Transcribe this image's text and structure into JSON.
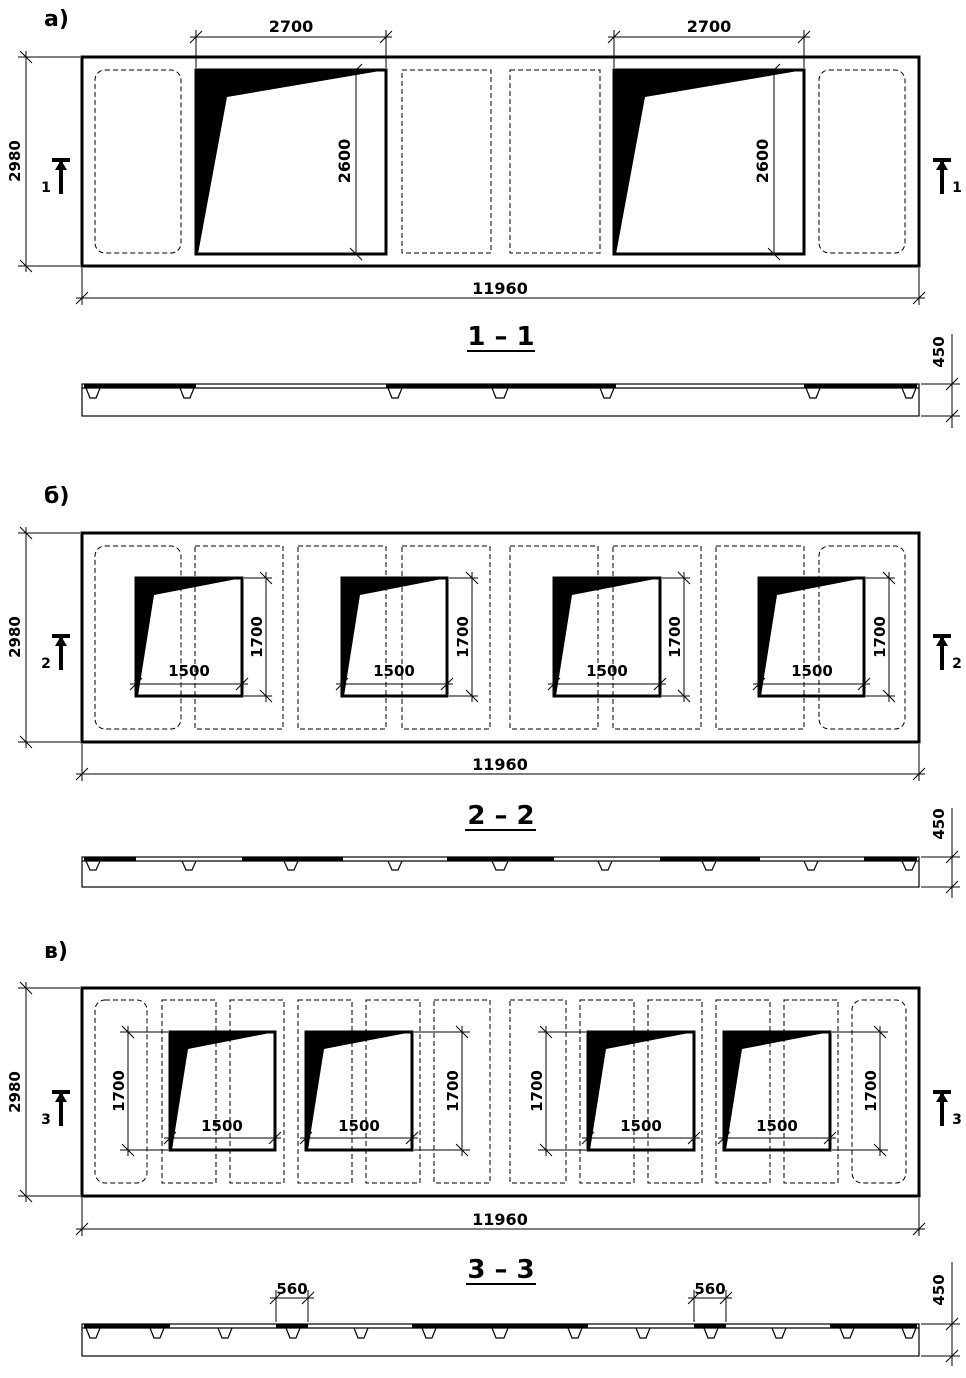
{
  "colors": {
    "ink": "#000000",
    "paper": "#ffffff"
  },
  "panels": [
    {
      "letter": "а)",
      "section_label": "1 – 1",
      "cut_mark": "1",
      "overall_length": "11960",
      "height_label": "2980",
      "opening_width": "2700",
      "opening_height": "2600",
      "section_depth": "450"
    },
    {
      "letter": "б)",
      "section_label": "2 – 2",
      "cut_mark": "2",
      "overall_length": "11960",
      "height_label": "2980",
      "opening_width": "1500",
      "opening_height": "1700",
      "section_depth": "450"
    },
    {
      "letter": "в)",
      "section_label": "3 – 3",
      "cut_mark": "3",
      "overall_length": "11960",
      "height_label": "2980",
      "opening_width": "1500",
      "opening_height": "1700",
      "section_depth": "450",
      "rib_width": "560"
    }
  ]
}
